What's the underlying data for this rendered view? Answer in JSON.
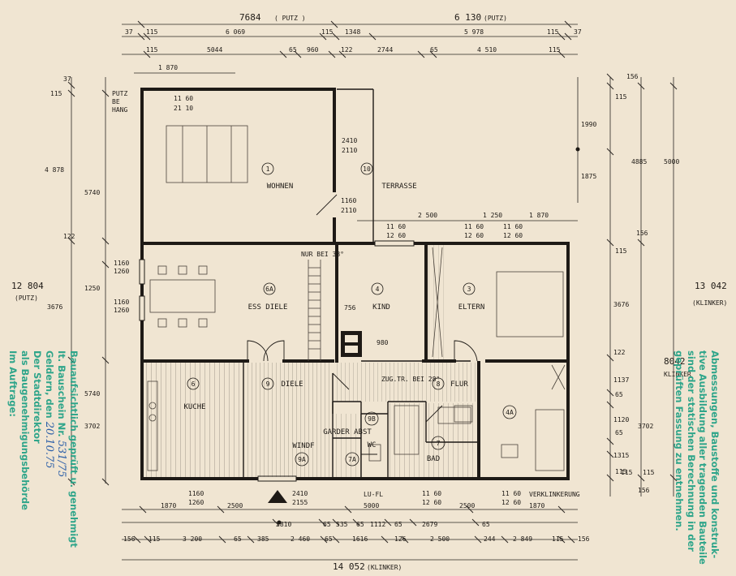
{
  "colors": {
    "paper": "#f0e5d2",
    "ink": "#1e1a16",
    "stamp": "#2fa58a",
    "handwriting": "#2c5fa8"
  },
  "dimensions": {
    "top_overall_left": "7684",
    "top_overall_left_unit": "( PUTZ )",
    "top_overall_right": "6 130",
    "top_overall_right_unit": "(PUTZ)",
    "top_row1": [
      "37",
      "115",
      "6 069",
      "115",
      "1348",
      "5 978",
      "115",
      "37"
    ],
    "top_row2": [
      "115",
      "5044",
      "65",
      "960",
      "122",
      "2744",
      "65",
      "4 510",
      "115"
    ],
    "top_small": "1 870",
    "left_outer": "12 804",
    "left_outer_unit": "(PUTZ)",
    "left_col1": [
      "37",
      "115",
      "4 878",
      "122",
      "3676",
      "5740",
      "3702"
    ],
    "left_col2": [
      "5740",
      "1250"
    ],
    "right_outer": "13 042",
    "right_outer_unit": "(KLINKER)",
    "right_col1": [
      "156",
      "115",
      "1990",
      "1875",
      "115",
      "3676",
      "122",
      "1137",
      "65",
      "1120",
      "65",
      "1315",
      "115"
    ],
    "right_col2": [
      "4885",
      "3702",
      "115"
    ],
    "right_col3": [
      "5000",
      "156",
      "115",
      "156"
    ],
    "right_mid": "8042",
    "right_mid_unit": "KLINKER",
    "bottom_row1": [
      "1870",
      "2500",
      "5000",
      "2500",
      "1870"
    ],
    "bottom_row2": [
      "2810",
      "65",
      "535",
      "65",
      "1112",
      "65",
      "2679",
      "65"
    ],
    "bottom_row3": [
      "156",
      "115",
      "3 200",
      "65",
      "385",
      "2 460",
      "65",
      "1616",
      "126",
      "2 500",
      "244",
      "2 849",
      "115",
      "156"
    ],
    "bottom_overall": "14 052",
    "bottom_overall_unit": "(KLINKER)",
    "mid_row": [
      "2 500",
      "1 250",
      "1 870"
    ],
    "nur_bei": "NUR BEI 38°",
    "zug_tr": "ZUG.TR. BEI 28°",
    "door_dims": {
      "d_wohnen": [
        "11 60",
        "21 10"
      ],
      "d_terrasse_a": [
        "2410",
        "2110"
      ],
      "d_terrasse_b": [
        "1160",
        "2110"
      ],
      "d_kind": [
        "11 60",
        "12 60"
      ],
      "d_eltern": [
        "11 60",
        "12 60"
      ],
      "d_essdiele_a": [
        "1160",
        "1260"
      ],
      "d_essdiele_b": [
        "1160",
        "1260"
      ],
      "d_bottom_left": [
        "1160",
        "1260"
      ],
      "d_bottom_entry": [
        "2410",
        "2155"
      ],
      "d_bottom_bad": [
        "11 60",
        "12 60"
      ],
      "d_bottom_4a": [
        "11 60",
        "12 60"
      ]
    },
    "kind_inner": [
      "756",
      "980"
    ]
  },
  "notes": {
    "putz_behang": [
      "PUTZ",
      "BE",
      "HANG"
    ],
    "lu_fl": "LU-FL",
    "verklinkerung": "VERKLINKERUNG"
  },
  "rooms": [
    {
      "id": "r1",
      "number": "1",
      "name": "WOHNEN"
    },
    {
      "id": "r10",
      "number": "10",
      "name": "TERRASSE"
    },
    {
      "id": "r6a",
      "number": "6A",
      "name": "ESS DIELE"
    },
    {
      "id": "r4",
      "number": "4",
      "name": "KIND"
    },
    {
      "id": "r3",
      "number": "3",
      "name": "ELTERN"
    },
    {
      "id": "r6",
      "number": "6",
      "name": "KUCHE"
    },
    {
      "id": "r9",
      "number": "9",
      "name": "DIELE"
    },
    {
      "id": "r8",
      "number": "8",
      "name": "FLUR"
    },
    {
      "id": "r9b",
      "number": "9B",
      "name": "GARDER ABST"
    },
    {
      "id": "r9a",
      "number": "9A",
      "name": "WINDF"
    },
    {
      "id": "r7a",
      "number": "7A",
      "name": "WC"
    },
    {
      "id": "r7",
      "number": "7",
      "name": "BAD"
    },
    {
      "id": "r4a",
      "number": "4A",
      "name": ""
    }
  ],
  "stamp_left": {
    "line1": "Bauaufsichtlich geprüft u. genehmigt",
    "line2_label": "It. Bauschein Nr.",
    "line2_value": "531/75",
    "line3_label": "Geldern, den",
    "line3_value": "20.10.75",
    "line4": "Der Stadtdirektor",
    "line5": "als Baugenehmigungsbehörde",
    "line6": "Im Auftrage:"
  },
  "stamp_right": {
    "lines": [
      "Abmessungen, Baustoffe und konstruk-",
      "tive Ausbildung aller tragenden Bauteile",
      "sind der statischen Berechnung in der",
      "geprüften Fassung zu entnehmen."
    ]
  }
}
